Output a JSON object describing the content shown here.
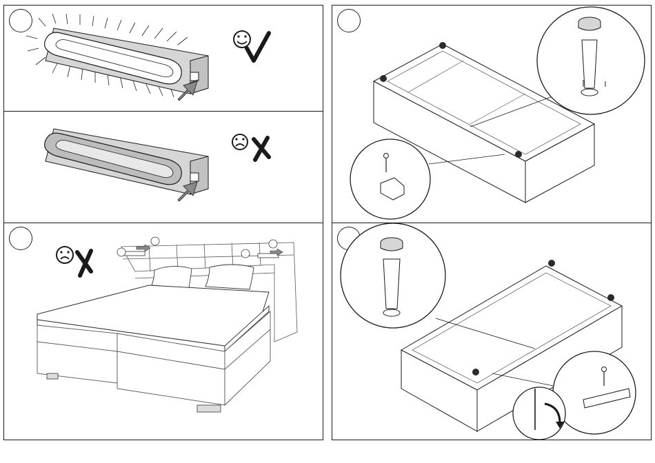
{
  "steps": [
    {
      "number": ""
    },
    {
      "number": ""
    },
    {
      "number": ""
    },
    {
      "number": ""
    },
    {
      "number": ""
    }
  ],
  "indicators": {
    "step1": "correct",
    "step2": "incorrect",
    "step3": "incorrect"
  },
  "colors": {
    "line": "#1a1a1a",
    "panel_fill": "#d6d6d6",
    "arrow_fill": "#8a8a8a",
    "foot_fill": "#2b2b2b"
  }
}
